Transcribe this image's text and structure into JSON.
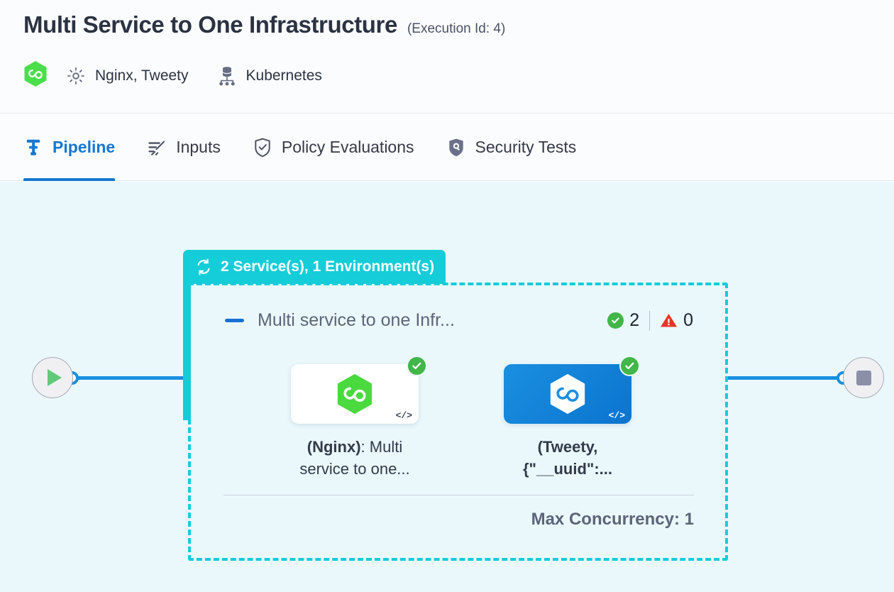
{
  "header": {
    "title": "Multi Service to One Infrastructure",
    "execution_id_label": "(Execution Id: 4)",
    "product_icon": "harness-hexagon-icon",
    "services_icon": "gear-icon",
    "services_label": "Nginx, Tweety",
    "infrastructure_icon": "infrastructure-icon",
    "infrastructure_label": "Kubernetes"
  },
  "tabs": [
    {
      "label": "Pipeline",
      "icon": "pipeline-icon",
      "active": true
    },
    {
      "label": "Inputs",
      "icon": "inputs-icon",
      "active": false
    },
    {
      "label": "Policy Evaluations",
      "icon": "shield-check-icon",
      "active": false
    },
    {
      "label": "Security Tests",
      "icon": "shield-scan-icon",
      "active": false
    }
  ],
  "canvas": {
    "start_node": {
      "name": "start-node",
      "icon": "play-icon"
    },
    "end_node": {
      "name": "end-node",
      "icon": "stop-icon"
    },
    "stage_group": {
      "banner_icon": "loop-icon",
      "banner_label": "2 Service(s), 1 Environment(s)",
      "collapse_toggle": "minus-icon",
      "stage_name": "Multi service to one Infr...",
      "counters": {
        "success_icon": "check-circle-icon",
        "success_count": "2",
        "warning_icon": "warning-triangle-icon",
        "warning_count": "0"
      },
      "services": [
        {
          "icon": "harness-hexagon-icon",
          "style": "white",
          "status_icon": "check-circle-icon",
          "code_glyph": "</>",
          "label_bold": "(Nginx)",
          "label_rest": ": Multi service to one...",
          "all_bold": false
        },
        {
          "icon": "harness-hexagon-icon",
          "style": "blue",
          "status_icon": "check-circle-icon",
          "code_glyph": "</>",
          "label_bold": "(Tweety, {\"__uuid\":...",
          "label_rest": "",
          "all_bold": true
        }
      ],
      "max_concurrency_label": "Max Concurrency: 1"
    }
  },
  "colors": {
    "accent_blue": "#1677d1",
    "teal": "#14cdd9",
    "canvas_bg": "#eaf8fc",
    "success_green": "#42b649",
    "warning_red": "#e53935",
    "edge_blue": "#1a8fe0"
  }
}
